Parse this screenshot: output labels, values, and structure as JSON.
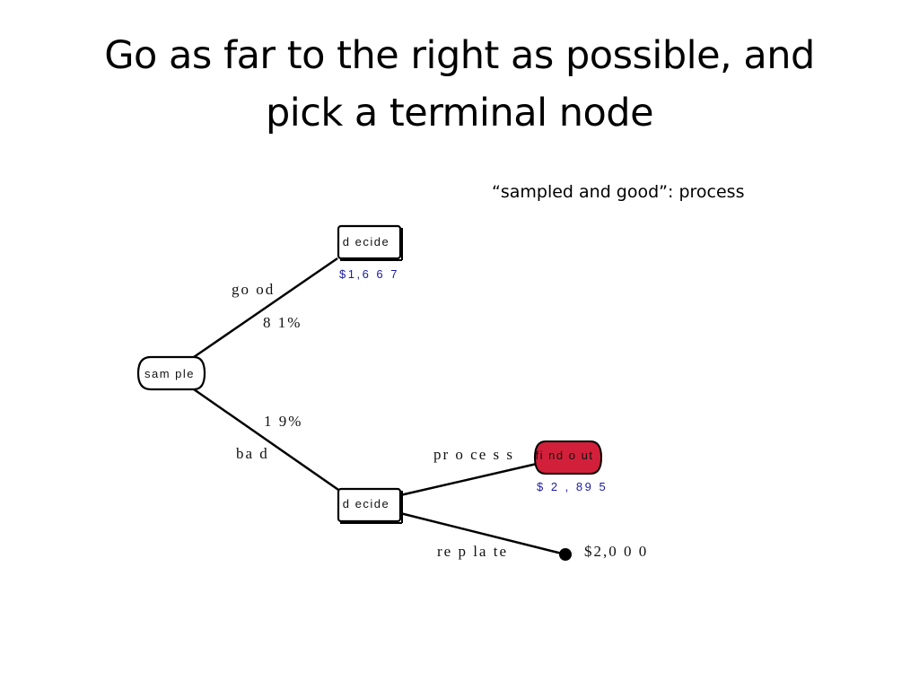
{
  "slide": {
    "title_line1": "Go as far to the right as possible, and",
    "title_line2": "pick a terminal node",
    "subtitle": "“sampled and good”: process"
  },
  "tree": {
    "root": {
      "label": "sam ple"
    },
    "branches": {
      "good": {
        "label": "go od",
        "probability": "8 1%"
      },
      "bad": {
        "label": "ba d",
        "probability": "1 9%"
      },
      "process": {
        "label": "pr o ce s s"
      },
      "replate": {
        "label": "re p la te"
      }
    },
    "nodes": {
      "decide_top": {
        "label": "d ecide",
        "value": "$1,6 6 7"
      },
      "decide_bottom": {
        "label": "d ecide"
      },
      "find_out": {
        "label": "fi nd o ut",
        "value": "$ 2 , 89 5",
        "highlight_color": "#d3203a"
      },
      "terminal": {
        "payoff": "$2,0 0 0"
      }
    }
  }
}
